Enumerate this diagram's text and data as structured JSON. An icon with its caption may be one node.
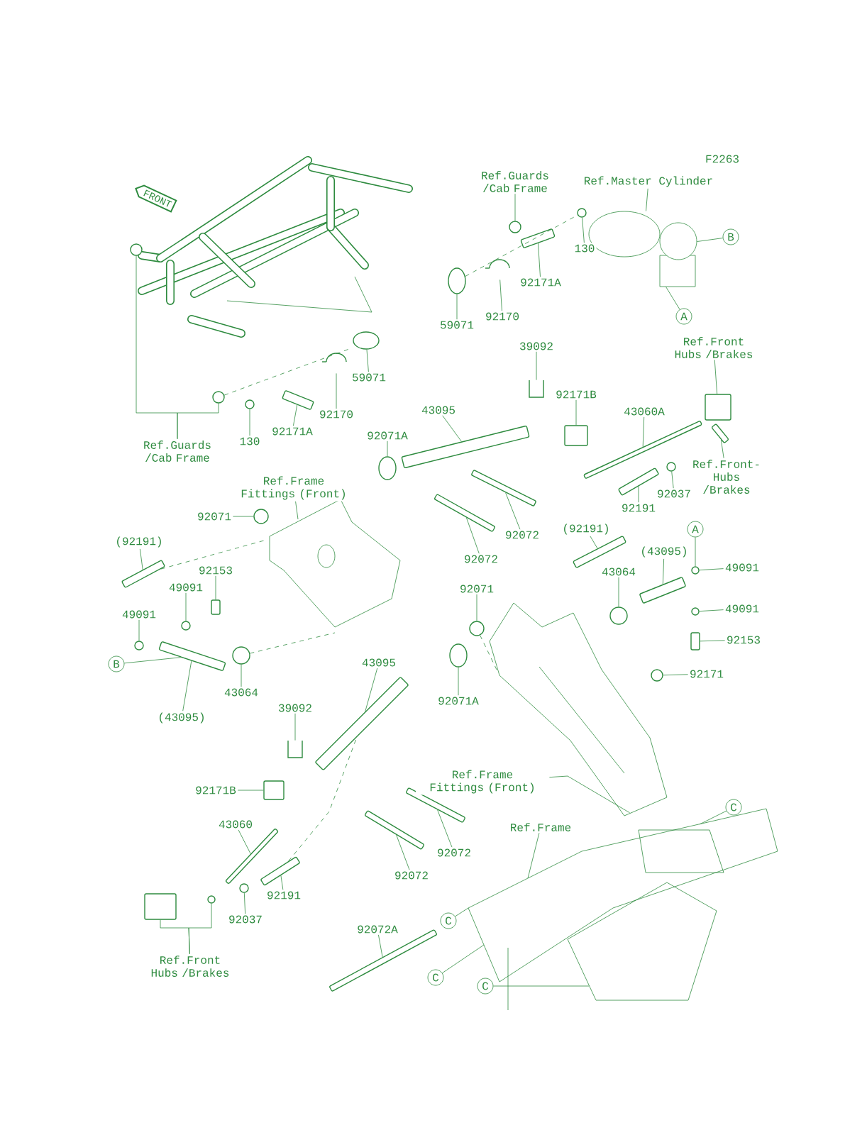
{
  "diagram": {
    "nodes": [
      {
        "text": [
          "Ref.Guards /Cab Frame"
        ]
      },
      {
        "text": [
          "Ref.Master Cylinder"
        ]
      },
      {
        "text": [
          "B"
        ]
      },
      {
        "text": [
          "130"
        ]
      },
      {
        "text": [
          "92171A"
        ]
      },
      {
        "text": [
          "A"
        ]
      },
      {
        "text": [
          "92170"
        ]
      },
      {
        "text": [
          "59071"
        ]
      },
      {
        "text": [
          "Ref.Front Hubs /Brakes"
        ]
      },
      {
        "text": [
          "39092"
        ]
      },
      {
        "text": [
          "59071"
        ]
      },
      {
        "text": [
          "92171B"
        ]
      },
      {
        "text": [
          "43095"
        ]
      },
      {
        "text": [
          "43060A"
        ]
      },
      {
        "text": [
          "92170"
        ]
      },
      {
        "text": [
          "92171A"
        ]
      },
      {
        "text": [
          "92071A"
        ]
      },
      {
        "text": [
          "130"
        ]
      },
      {
        "text": [
          "Ref.Guards /Cab Frame"
        ]
      },
      {
        "text": [
          "Ref.Front- Hubs /Brakes"
        ]
      },
      {
        "text": [
          "92037"
        ]
      },
      {
        "text": [
          "Ref.Frame Fittings (Front)"
        ]
      },
      {
        "text": [
          "92191"
        ]
      },
      {
        "text": [
          "92071"
        ]
      },
      {
        "text": [
          "92072"
        ]
      },
      {
        "text": [
          "A"
        ]
      },
      {
        "text": [
          "(92191)"
        ]
      },
      {
        "text": [
          "(92191)"
        ]
      },
      {
        "text": [
          "(43095)"
        ]
      },
      {
        "text": [
          "92072"
        ]
      },
      {
        "text": [
          "49091"
        ]
      },
      {
        "text": [
          "92153"
        ]
      },
      {
        "text": [
          "43064"
        ]
      },
      {
        "text": [
          "49091"
        ]
      },
      {
        "text": [
          "92071"
        ]
      },
      {
        "text": [
          "49091"
        ]
      },
      {
        "text": [
          "49091"
        ]
      },
      {
        "text": [
          "92153"
        ]
      },
      {
        "text": [
          "43095"
        ]
      },
      {
        "text": [
          "B"
        ]
      },
      {
        "text": [
          "92171"
        ]
      },
      {
        "text": [
          "43064"
        ]
      },
      {
        "text": [
          "92071A"
        ]
      },
      {
        "text": [
          "39092"
        ]
      },
      {
        "text": [
          "(43095)"
        ]
      },
      {
        "text": [
          "Ref.Frame Fittings (Front)"
        ]
      },
      {
        "text": [
          "92171B"
        ]
      },
      {
        "text": [
          "C"
        ]
      },
      {
        "text": [
          "43060"
        ]
      },
      {
        "text": [
          "Ref.Frame"
        ]
      },
      {
        "text": [
          "92072"
        ]
      },
      {
        "text": [
          "92072"
        ]
      },
      {
        "text": [
          "92191"
        ]
      },
      {
        "text": [
          "92037"
        ]
      },
      {
        "text": [
          "C"
        ]
      },
      {
        "text": [
          "92072A"
        ]
      },
      {
        "text": [
          "Ref.Front Hubs /Brakes"
        ]
      },
      {
        "text": [
          "C"
        ]
      },
      {
        "text": [
          "C"
        ]
      },
      {
        "text": [],
        "shape": "circle"
      },
      {
        "text": [],
        "shape": "picture"
      },
      {
        "text": [],
        "shape": "circle"
      },
      {
        "text": [],
        "shape": "bar"
      },
      {
        "text": [],
        "shape": "picture"
      },
      {
        "text": [],
        "shape": "ellipse"
      },
      {
        "text": [],
        "shape": "box"
      },
      {
        "text": [],
        "shape": "picture"
      },
      {
        "text": [],
        "shape": "ellipse"
      },
      {
        "text": [],
        "shape": "picture"
      },
      {
        "text": [],
        "shape": "bar"
      },
      {
        "text": [],
        "shape": "circle"
      },
      {
        "text": [],
        "shape": "box"
      },
      {
        "text": [],
        "shape": "bar"
      },
      {
        "text": [],
        "shape": "ellipse"
      },
      {
        "text": [],
        "shape": "bar"
      },
      {
        "text": [],
        "shape": "circle"
      },
      {
        "text": [],
        "shape": "circle"
      },
      {
        "text": [],
        "shape": "bar"
      },
      {
        "text": [],
        "shape": "circle"
      },
      {
        "text": [],
        "shape": "picture"
      },
      {
        "text": [],
        "shape": "bar"
      },
      {
        "text": [],
        "shape": "circle"
      },
      {
        "text": [],
        "shape": "bar"
      },
      {
        "text": [],
        "shape": "circle"
      },
      {
        "text": [],
        "shape": "bar"
      },
      {
        "text": [],
        "shape": "bar"
      },
      {
        "text": [],
        "shape": "bar"
      },
      {
        "text": [],
        "shape": "bar"
      },
      {
        "text": [],
        "shape": "box"
      },
      {
        "text": [],
        "shape": "circle"
      },
      {
        "text": [],
        "shape": "circle"
      },
      {
        "text": [],
        "shape": "circle"
      },
      {
        "text": [],
        "shape": "circle"
      },
      {
        "text": [],
        "shape": "circle"
      },
      {
        "text": [],
        "shape": "box"
      },
      {
        "text": [],
        "shape": "bar"
      },
      {
        "text": [],
        "shape": "bar"
      },
      {
        "text": [],
        "shape": "circle"
      },
      {
        "text": [],
        "shape": "circle"
      },
      {
        "text": [],
        "shape": "ellipse"
      },
      {
        "text": [],
        "shape": "picture"
      },
      {
        "text": [],
        "shape": "picture"
      },
      {
        "text": [],
        "shape": "box"
      },
      {
        "text": [],
        "shape": "picture"
      },
      {
        "text": [],
        "shape": "bar"
      },
      {
        "text": [],
        "shape": "bar"
      },
      {
        "text": [],
        "shape": "bar"
      },
      {
        "text": [],
        "shape": "bar"
      },
      {
        "text": [],
        "shape": "circle"
      },
      {
        "text": [],
        "shape": "bar"
      },
      {
        "text": [],
        "shape": "box"
      },
      {
        "text": [],
        "shape": "circle"
      },
      {
        "text": [
          "FRONT"
        ]
      }
    ],
    "edges": [
      {
        "from": 0,
        "to": 59,
        "arrow": "none"
      },
      {
        "from": 1,
        "to": 60,
        "arrow": "none"
      },
      {
        "from": 2,
        "to": 60,
        "arrow": "none"
      },
      {
        "from": 3,
        "to": 61,
        "arrow": "none"
      },
      {
        "from": 4,
        "to": 62,
        "arrow": "none"
      },
      {
        "from": 5,
        "to": 60,
        "arrow": "none"
      },
      {
        "from": 6,
        "to": 63,
        "arrow": "none"
      },
      {
        "from": 7,
        "to": 64,
        "arrow": "none"
      },
      {
        "from": 8,
        "to": 65,
        "arrow": "none"
      },
      {
        "from": 9,
        "to": 66,
        "arrow": "none"
      },
      {
        "from": 10,
        "to": 67,
        "arrow": "none"
      },
      {
        "from": 11,
        "to": 71,
        "arrow": "none"
      },
      {
        "from": 12,
        "to": 72,
        "arrow": "none"
      },
      {
        "from": 13,
        "to": 74,
        "arrow": "none"
      },
      {
        "from": 14,
        "to": 68,
        "arrow": "none"
      },
      {
        "from": 15,
        "to": 69,
        "arrow": "none"
      },
      {
        "from": 16,
        "to": 73,
        "arrow": "none"
      },
      {
        "from": 17,
        "to": 70,
        "arrow": "none"
      },
      {
        "from": 18,
        "to": 75,
        "arrow": "none"
      },
      {
        "from": 18,
        "to": 76,
        "arrow": "none"
      },
      {
        "from": 19,
        "to": 77,
        "arrow": "none"
      },
      {
        "from": 20,
        "to": 78,
        "arrow": "none"
      },
      {
        "from": 21,
        "to": 79,
        "arrow": "none"
      },
      {
        "from": 22,
        "to": 80,
        "arrow": "none"
      },
      {
        "from": 23,
        "to": 81,
        "arrow": "none"
      },
      {
        "from": 24,
        "to": 82,
        "arrow": "none"
      },
      {
        "from": 25,
        "to": 83,
        "arrow": "none"
      },
      {
        "from": 26,
        "to": 84,
        "arrow": "none"
      },
      {
        "from": 27,
        "to": 85,
        "arrow": "none"
      },
      {
        "from": 28,
        "to": 86,
        "arrow": "none"
      },
      {
        "from": 29,
        "to": 87,
        "arrow": "none"
      },
      {
        "from": 30,
        "to": 83,
        "arrow": "none"
      },
      {
        "from": 31,
        "to": 88,
        "arrow": "none"
      },
      {
        "from": 32,
        "to": 89,
        "arrow": "none"
      },
      {
        "from": 33,
        "to": 90,
        "arrow": "none"
      },
      {
        "from": 34,
        "to": 91,
        "arrow": "none"
      },
      {
        "from": 35,
        "to": 92,
        "arrow": "none"
      },
      {
        "from": 36,
        "to": 93,
        "arrow": "none"
      },
      {
        "from": 37,
        "to": 94,
        "arrow": "none"
      },
      {
        "from": 38,
        "to": 95,
        "arrow": "none"
      },
      {
        "from": 39,
        "to": 96,
        "arrow": "none"
      },
      {
        "from": 40,
        "to": 97,
        "arrow": "none"
      },
      {
        "from": 41,
        "to": 98,
        "arrow": "none"
      },
      {
        "from": 42,
        "to": 99,
        "arrow": "none"
      },
      {
        "from": 43,
        "to": 100,
        "arrow": "none"
      },
      {
        "from": 44,
        "to": 96,
        "arrow": "none"
      },
      {
        "from": 45,
        "to": 101,
        "arrow": "none"
      },
      {
        "from": 46,
        "to": 102,
        "arrow": "none"
      },
      {
        "from": 47,
        "to": 103,
        "arrow": "none"
      },
      {
        "from": 48,
        "to": 104,
        "arrow": "none"
      },
      {
        "from": 49,
        "to": 103,
        "arrow": "none"
      },
      {
        "from": 50,
        "to": 105,
        "arrow": "none"
      },
      {
        "from": 51,
        "to": 106,
        "arrow": "none"
      },
      {
        "from": 52,
        "to": 107,
        "arrow": "none"
      },
      {
        "from": 53,
        "to": 108,
        "arrow": "none"
      },
      {
        "from": 54,
        "to": 103,
        "arrow": "none"
      },
      {
        "from": 55,
        "to": 109,
        "arrow": "none"
      },
      {
        "from": 56,
        "to": 110,
        "arrow": "none"
      },
      {
        "from": 56,
        "to": 111,
        "arrow": "none"
      },
      {
        "from": 57,
        "to": 103,
        "arrow": "none"
      },
      {
        "from": 58,
        "to": 103,
        "arrow": "none"
      },
      {
        "from": 76,
        "to": 68,
        "arrow": "none",
        "style": "dashed"
      },
      {
        "from": 64,
        "to": 61,
        "arrow": "none",
        "style": "dashed"
      },
      {
        "from": 85,
        "to": 79,
        "arrow": "none",
        "style": "dashed"
      },
      {
        "from": 98,
        "to": 79,
        "arrow": "none",
        "style": "dashed"
      },
      {
        "from": 91,
        "to": 101,
        "arrow": "none",
        "style": "dashed"
      },
      {
        "from": 107,
        "to": 95,
        "arrow": "none",
        "style": "dashed"
      }
    ],
    "labels": [
      "F2263"
    ]
  }
}
